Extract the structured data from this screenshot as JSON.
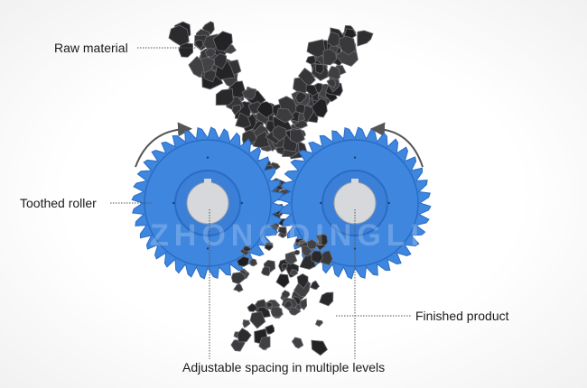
{
  "labels": {
    "raw_material": "Raw material",
    "toothed_roller": "Toothed roller",
    "finished_product": "Finished product",
    "adjustable_spacing": "Adjustable spacing in multiple levels"
  },
  "watermark": "ZHONGDINGLI",
  "colors": {
    "roller": "#3f86de",
    "roller_dark": "#2a6cc4",
    "hub": "#d6d8dc",
    "rock": "#2b2b2e",
    "arrow": "#555555"
  }
}
